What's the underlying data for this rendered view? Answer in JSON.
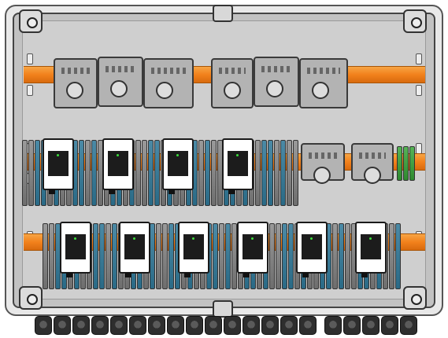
{
  "scene": {
    "subject": "electrical-enclosure-cad-render",
    "rail_color": "#f2811c",
    "plate_color": "#cfcfcf",
    "terminal_blue": "#2a6a86",
    "terminal_grey": "#7a7a7a",
    "terminal_green": "#2f8a2f",
    "contactor_body": "#ffffff",
    "row_count": 3,
    "contactors_row2": 4,
    "contactors_row3": 6,
    "cable_glands": 20
  }
}
